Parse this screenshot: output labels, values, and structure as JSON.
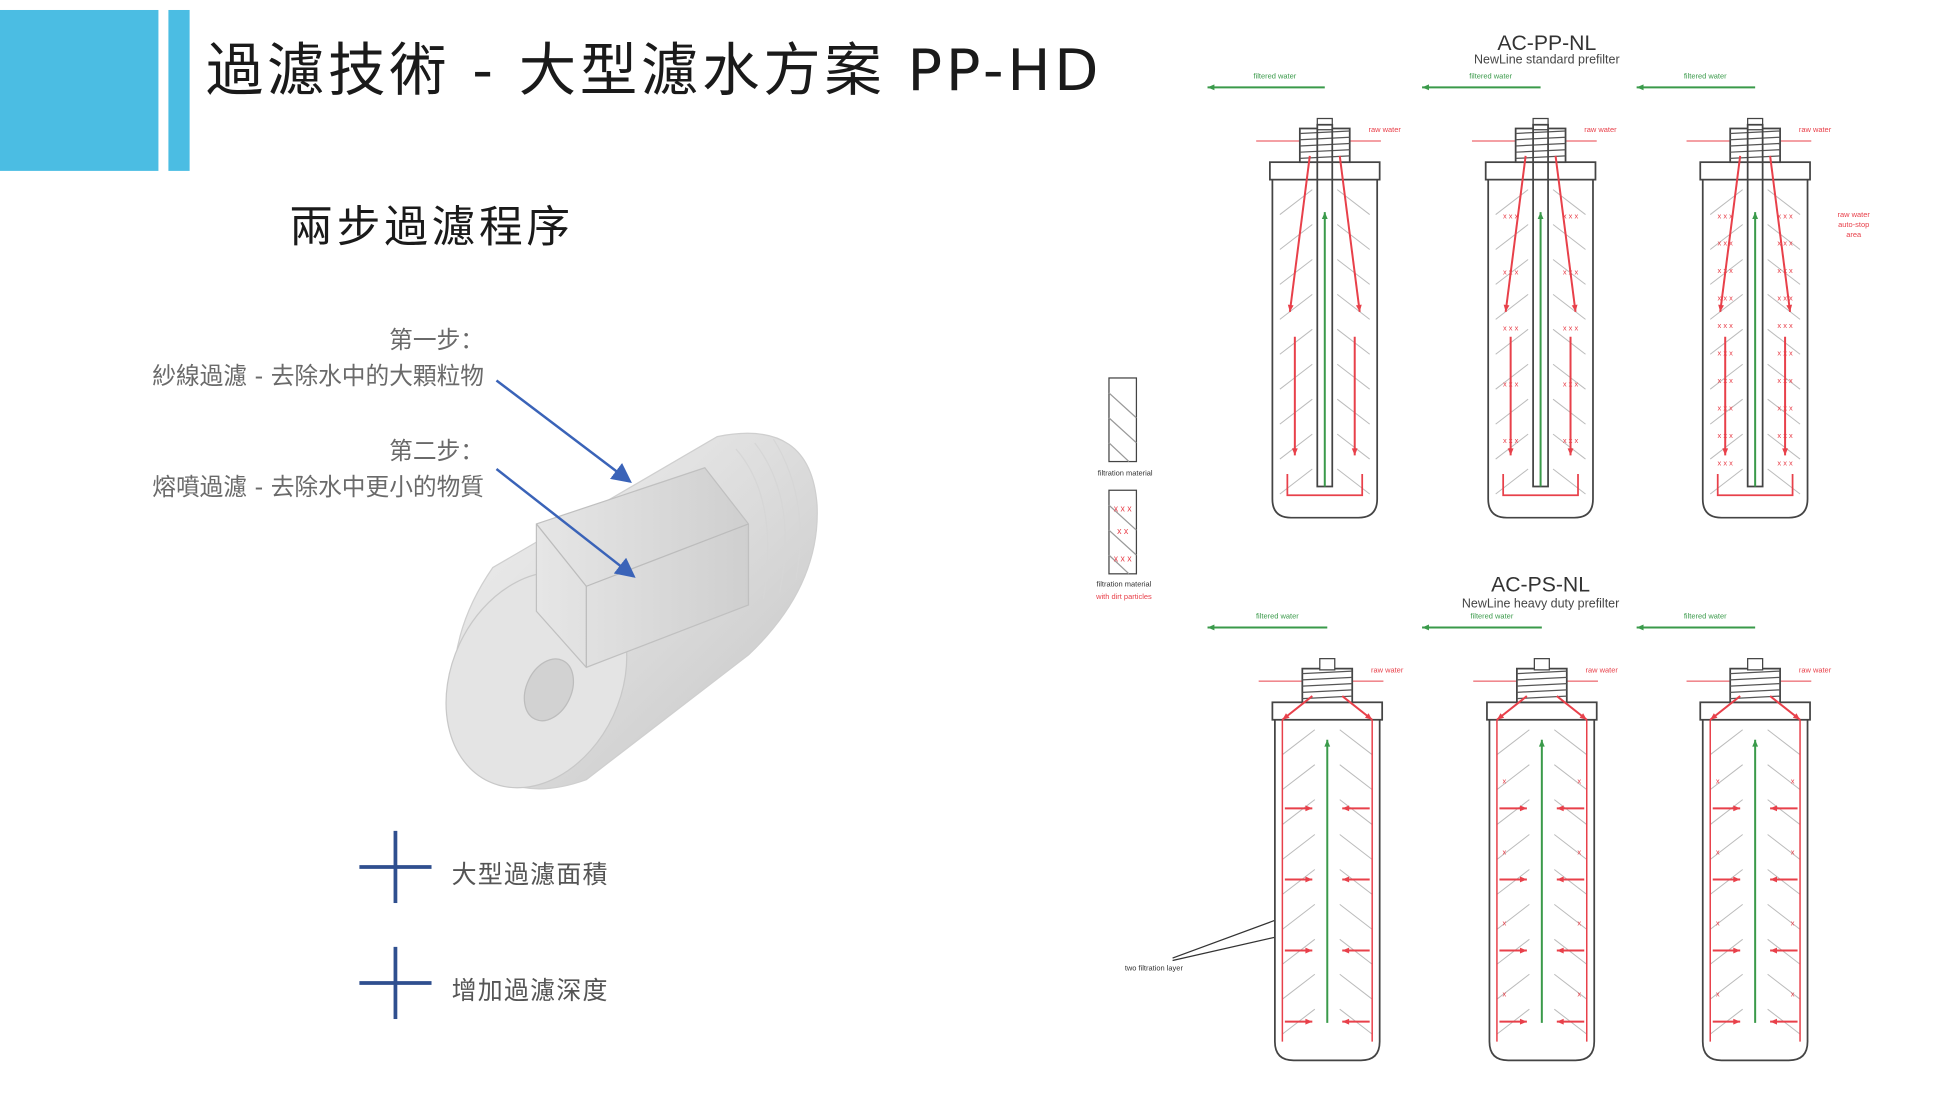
{
  "header": {
    "title": "過濾技術 - 大型濾水方案 PP-HD",
    "accent_color": "#4bbde3"
  },
  "left": {
    "subtitle": "兩步過濾程序",
    "step1_label": "第一步：",
    "step1_text": "紗線過濾 - 去除水中的大顆粒物",
    "step2_label": "第二步：",
    "step2_text": "熔噴過濾 - 去除水中更小的物質",
    "bullets": [
      {
        "icon": "plus-icon",
        "text": "大型過濾面積"
      },
      {
        "icon": "plus-icon",
        "text": "增加過濾深度"
      }
    ]
  },
  "diagram": {
    "top_model": "AC-PP-NL",
    "top_desc": "NewLine standard prefilter",
    "bottom_model": "AC-PS-NL",
    "bottom_desc": "NewLine heavy duty prefilter",
    "filtered_water": "filtered water",
    "raw_water": "raw water",
    "auto_stop": [
      "raw water",
      "auto-stop",
      "area"
    ],
    "legend_material": "filtration material",
    "legend_dirty_1": "filtration material",
    "legend_dirty_2": "with dirt particles",
    "two_layer": "two filtration layer",
    "colors": {
      "red": "#e8404a",
      "green": "#3a9a4a",
      "outline": "#444444"
    }
  }
}
